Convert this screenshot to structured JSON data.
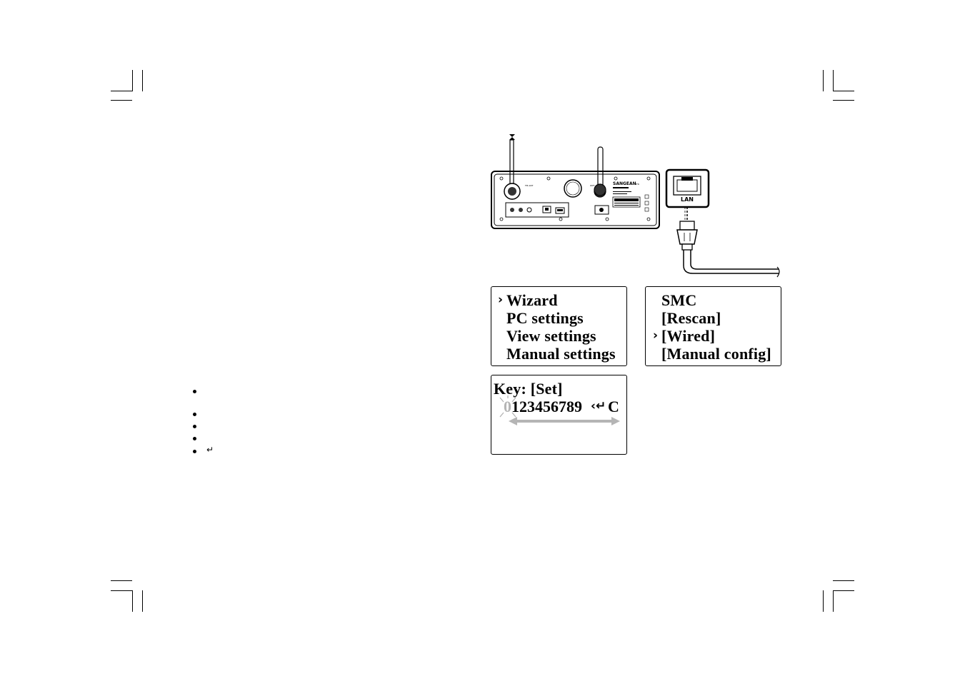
{
  "illustration": {
    "brand": "SANGEAN",
    "lan_label": "LAN"
  },
  "screen_network_menu": {
    "cursor": "›",
    "items": [
      "Wizard",
      "PC settings",
      "View settings",
      "Manual settings"
    ],
    "selected_index": 0
  },
  "screen_wizard_scan": {
    "cursor": "›",
    "items": [
      "SMC",
      "[Rescan]",
      "[Wired]",
      "[Manual config]"
    ],
    "selected_index": 2
  },
  "screen_key_entry": {
    "title": "Key: [Set]",
    "first_char": "0",
    "digits": "123456789",
    "symbols": "‹↵",
    "clear": "C"
  },
  "bullet_list": {
    "items": [
      "",
      "",
      "",
      "",
      "↵"
    ]
  }
}
